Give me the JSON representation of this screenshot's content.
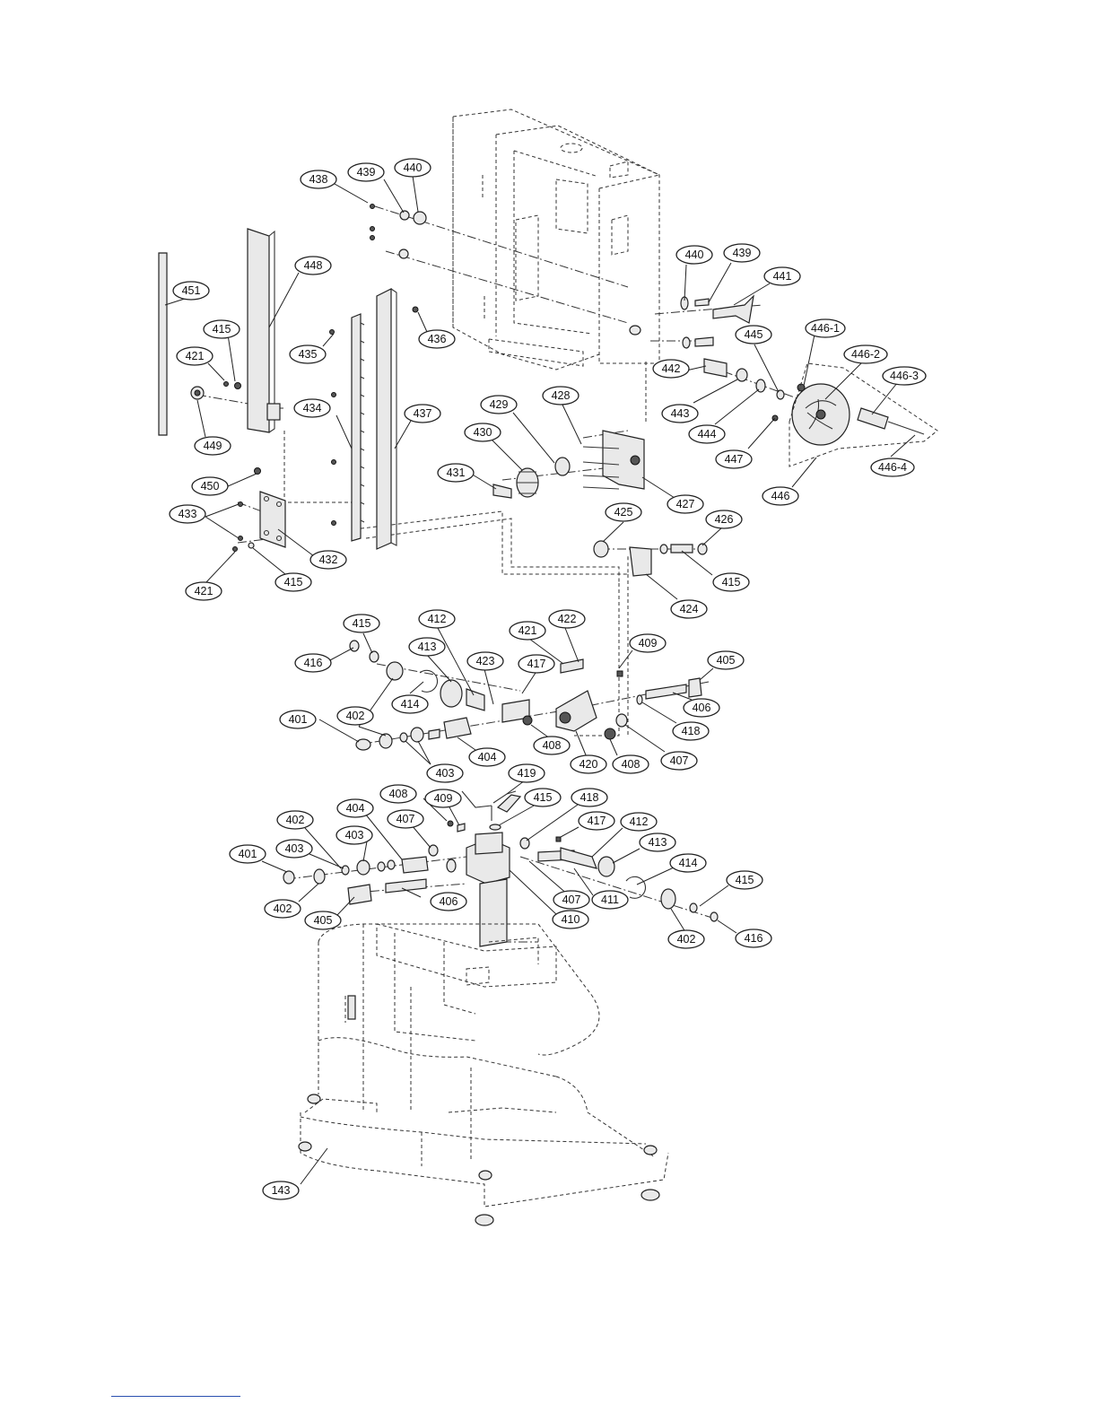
{
  "diagram": {
    "type": "exploded parts diagram",
    "callouts": [
      {
        "id": "438",
        "label": "438"
      },
      {
        "id": "439a",
        "label": "439"
      },
      {
        "id": "440a",
        "label": "440"
      },
      {
        "id": "448",
        "label": "448"
      },
      {
        "id": "451",
        "label": "451"
      },
      {
        "id": "415a",
        "label": "415"
      },
      {
        "id": "421a",
        "label": "421"
      },
      {
        "id": "449",
        "label": "449"
      },
      {
        "id": "435",
        "label": "435"
      },
      {
        "id": "436",
        "label": "436"
      },
      {
        "id": "434",
        "label": "434"
      },
      {
        "id": "437",
        "label": "437"
      },
      {
        "id": "450",
        "label": "450"
      },
      {
        "id": "433",
        "label": "433"
      },
      {
        "id": "432",
        "label": "432"
      },
      {
        "id": "421b",
        "label": "421"
      },
      {
        "id": "415b",
        "label": "415"
      },
      {
        "id": "440b",
        "label": "440"
      },
      {
        "id": "439b",
        "label": "439"
      },
      {
        "id": "441",
        "label": "441"
      },
      {
        "id": "445",
        "label": "445"
      },
      {
        "id": "446-1",
        "label": "446-1"
      },
      {
        "id": "446-2",
        "label": "446-2"
      },
      {
        "id": "446-3",
        "label": "446-3"
      },
      {
        "id": "442",
        "label": "442"
      },
      {
        "id": "443",
        "label": "443"
      },
      {
        "id": "444",
        "label": "444"
      },
      {
        "id": "447",
        "label": "447"
      },
      {
        "id": "446-4",
        "label": "446-4"
      },
      {
        "id": "446",
        "label": "446"
      },
      {
        "id": "429",
        "label": "429"
      },
      {
        "id": "428",
        "label": "428"
      },
      {
        "id": "430",
        "label": "430"
      },
      {
        "id": "431",
        "label": "431"
      },
      {
        "id": "427",
        "label": "427"
      },
      {
        "id": "425",
        "label": "425"
      },
      {
        "id": "426",
        "label": "426"
      },
      {
        "id": "415c",
        "label": "415"
      },
      {
        "id": "424",
        "label": "424"
      },
      {
        "id": "415d",
        "label": "415"
      },
      {
        "id": "412a",
        "label": "412"
      },
      {
        "id": "421c",
        "label": "421"
      },
      {
        "id": "422",
        "label": "422"
      },
      {
        "id": "416a",
        "label": "416"
      },
      {
        "id": "413a",
        "label": "413"
      },
      {
        "id": "423",
        "label": "423"
      },
      {
        "id": "417a",
        "label": "417"
      },
      {
        "id": "409a",
        "label": "409"
      },
      {
        "id": "405a",
        "label": "405"
      },
      {
        "id": "414a",
        "label": "414"
      },
      {
        "id": "406a",
        "label": "406"
      },
      {
        "id": "401a",
        "label": "401"
      },
      {
        "id": "402a",
        "label": "402"
      },
      {
        "id": "418a",
        "label": "418"
      },
      {
        "id": "404a",
        "label": "404"
      },
      {
        "id": "408a",
        "label": "408"
      },
      {
        "id": "407a",
        "label": "407"
      },
      {
        "id": "420",
        "label": "420"
      },
      {
        "id": "408b",
        "label": "408"
      },
      {
        "id": "403a",
        "label": "403"
      },
      {
        "id": "408c",
        "label": "408"
      },
      {
        "id": "409b",
        "label": "409"
      },
      {
        "id": "419",
        "label": "419"
      },
      {
        "id": "415e",
        "label": "415"
      },
      {
        "id": "418b",
        "label": "418"
      },
      {
        "id": "402b",
        "label": "402"
      },
      {
        "id": "404b",
        "label": "404"
      },
      {
        "id": "407b",
        "label": "407"
      },
      {
        "id": "417b",
        "label": "417"
      },
      {
        "id": "412b",
        "label": "412"
      },
      {
        "id": "401b",
        "label": "401"
      },
      {
        "id": "403b",
        "label": "403"
      },
      {
        "id": "403c",
        "label": "403"
      },
      {
        "id": "413b",
        "label": "413"
      },
      {
        "id": "414b",
        "label": "414"
      },
      {
        "id": "415f",
        "label": "415"
      },
      {
        "id": "406b",
        "label": "406"
      },
      {
        "id": "407c",
        "label": "407"
      },
      {
        "id": "411",
        "label": "411"
      },
      {
        "id": "402c",
        "label": "402"
      },
      {
        "id": "405b",
        "label": "405"
      },
      {
        "id": "410",
        "label": "410"
      },
      {
        "id": "402d",
        "label": "402"
      },
      {
        "id": "416b",
        "label": "416"
      },
      {
        "id": "143",
        "label": "143"
      }
    ]
  }
}
